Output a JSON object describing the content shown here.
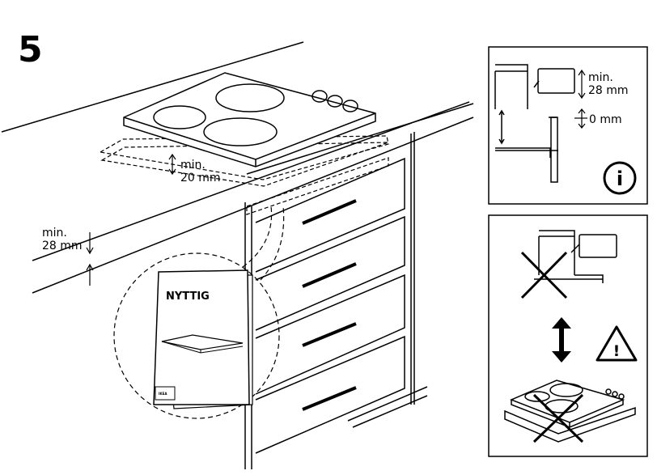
{
  "step": {
    "number": "5"
  },
  "main": {
    "hob_gap_label": {
      "line1": "min.",
      "line2": "20 mm"
    },
    "worktop_label": {
      "line1": "min.",
      "line2": "28 mm"
    },
    "booklet": {
      "title": "NYTTIG",
      "logo": "IKEA"
    }
  },
  "info_panel": {
    "label_top": {
      "line1": "min.",
      "line2": "28 mm"
    },
    "label_gap": "0 mm",
    "icon": "info-icon",
    "icon_glyph": "i"
  },
  "warning_panel": {
    "icons": [
      "cross-icon",
      "double-arrow-icon",
      "warning-triangle-icon",
      "cross-icon"
    ],
    "warning_glyph": "!"
  }
}
